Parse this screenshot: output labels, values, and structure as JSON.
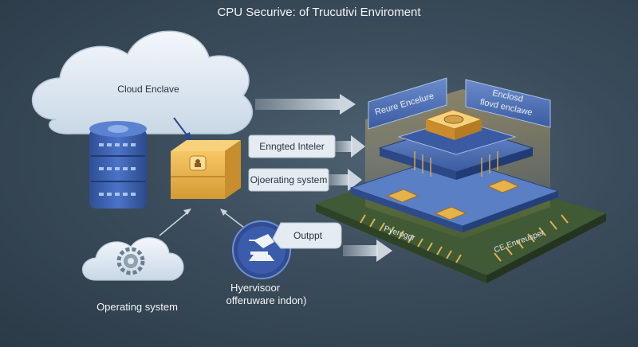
{
  "title": "CPU Securive: of Trucutivi Enviroment",
  "labels": {
    "cloud_enclave": "Cloud Enclave",
    "encrypted_inteler": "Enngted Inteler",
    "operating_system_mid": "Ojoerating system",
    "output": "Outppt",
    "operating_system_bottom": "Operating system",
    "hypervisor_line1": "Hyervisoor",
    "hypervisor_line2": "offeruware indon)",
    "secure_enclave": "Reure Encelure",
    "enclosed_line1": "Enclosd",
    "enclosed_line2": "flovd enclawe",
    "chip_left": "Pyeroggr",
    "chip_right": "CE Enrreusper"
  },
  "icons": {
    "database": "database-icon",
    "secure_box": "lock-box-icon",
    "gear_cloud": "gear-cloud-icon",
    "hypervisor": "hypervisor-circle-icon",
    "processor": "processor-stack-icon"
  },
  "colors": {
    "background": "#3a4c5b",
    "cloud": "#dfe9f2",
    "gold": "#e8b04a",
    "blue_panel": "#4f6fb0",
    "board_green": "#4e6b3f"
  }
}
